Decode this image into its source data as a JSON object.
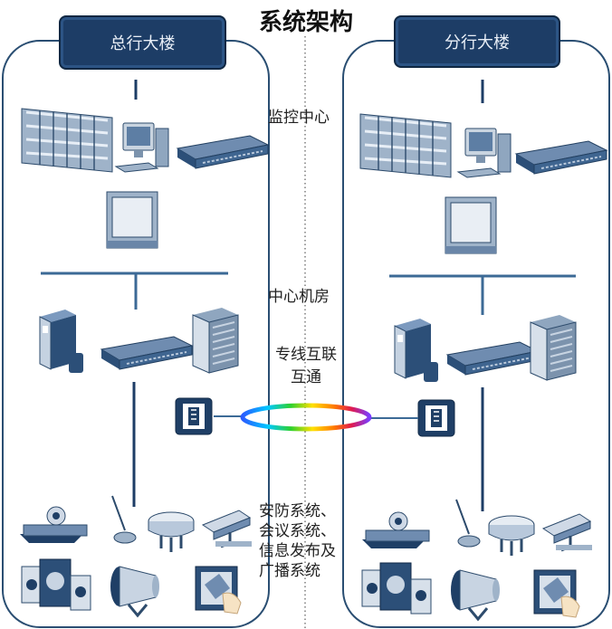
{
  "title": "系统架构",
  "left_building": "总行大楼",
  "right_building": "分行大楼",
  "labels": {
    "monitor": "监控中心",
    "machine_room": "中心机房",
    "link_line1": "专线互联",
    "link_line2": "互通",
    "systems_line1": "安防系统、",
    "systems_line2": "会议系统、",
    "systems_line3": "信息发布及",
    "systems_line4": "广播系统"
  },
  "colors": {
    "panel_border": "#2a4e72",
    "building_fill": "#1d3d66",
    "line": "#3c6a96"
  }
}
